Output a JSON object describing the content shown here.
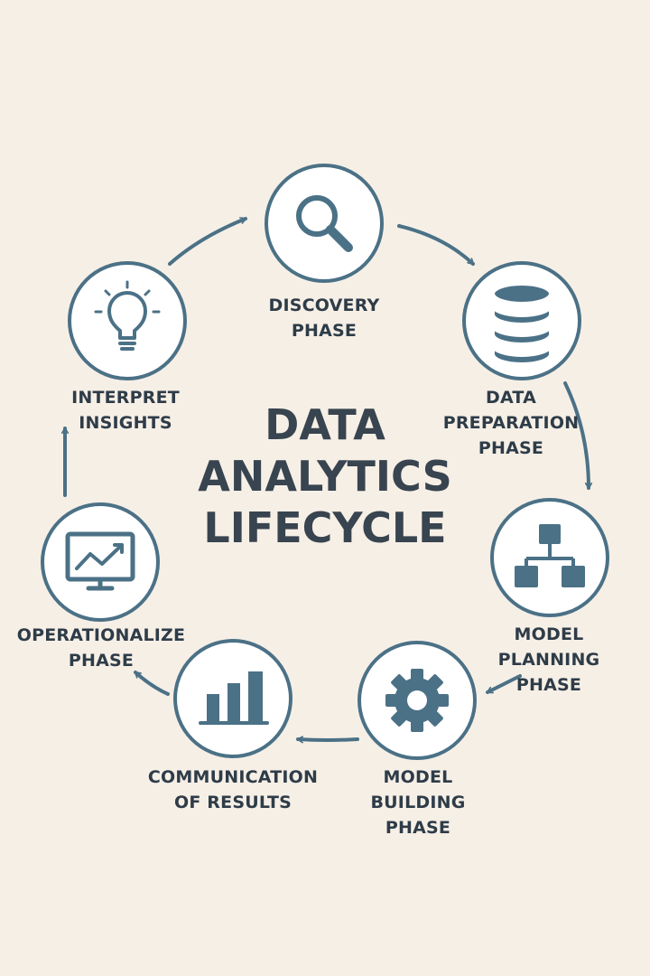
{
  "colors": {
    "background": "#f6efe6",
    "ring": "#4b7186",
    "icon": "#4b7186",
    "circle_fill": "#ffffff",
    "text": "#2e3c48",
    "title": "#38444f"
  },
  "title": {
    "line1": "DATA",
    "line2": "ANALYTICS",
    "line3": "LIFECYCLE"
  },
  "phases": [
    {
      "id": "discovery",
      "icon": "magnifier-icon",
      "lines": [
        "DISCOVERY",
        "PHASE"
      ]
    },
    {
      "id": "data-preparation",
      "icon": "database-icon",
      "lines": [
        "DATA",
        "PREPARATION",
        "PHASE"
      ]
    },
    {
      "id": "model-planning",
      "icon": "hierarchy-icon",
      "lines": [
        "MODEL",
        "PLANNING",
        "PHASE"
      ]
    },
    {
      "id": "model-building",
      "icon": "gear-icon",
      "lines": [
        "MODEL",
        "BUILDING",
        "PHASE"
      ]
    },
    {
      "id": "communication",
      "icon": "bar-chart-icon",
      "lines": [
        "COMMUNICATION",
        "OF RESULTS"
      ]
    },
    {
      "id": "operationalize",
      "icon": "monitor-chart-icon",
      "lines": [
        "OPERATIONALIZE",
        "PHASE"
      ]
    },
    {
      "id": "interpret",
      "icon": "lightbulb-icon",
      "lines": [
        "INTERPRET",
        "INSIGHTS"
      ]
    }
  ]
}
